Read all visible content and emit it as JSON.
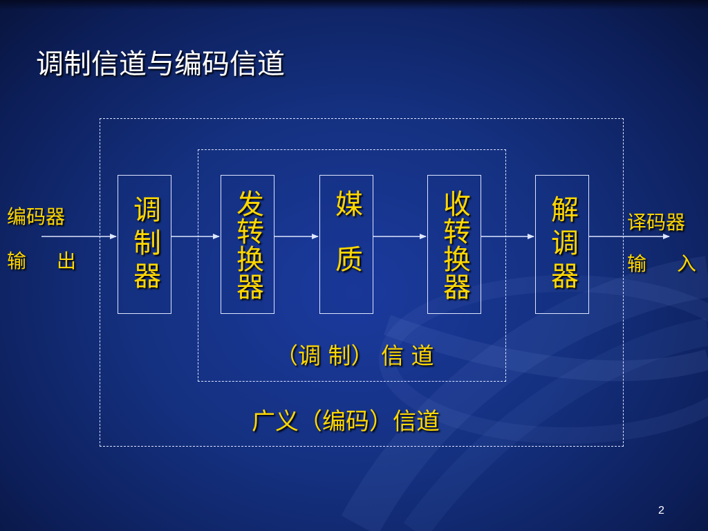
{
  "slide": {
    "title": "调制信道与编码信道",
    "page_number": "2"
  },
  "diagram": {
    "input": {
      "line1": "编码器",
      "line2_a": "输",
      "line2_b": "出"
    },
    "output": {
      "line1": "译码器",
      "line2_a": "输",
      "line2_b": "入"
    },
    "blocks": {
      "modulator": "调制器",
      "tx_converter": "发转换器",
      "medium": "媒质",
      "rx_converter": "收转换器",
      "demodulator": "解调器"
    },
    "modulation_channel_label": "（调 制） 信 道",
    "coding_channel_label": "广义（编码）信道"
  },
  "colors": {
    "background": "#14307f",
    "label_text": "#ffd700",
    "title_text": "#ffffff",
    "lines": "#dfe6ff"
  }
}
